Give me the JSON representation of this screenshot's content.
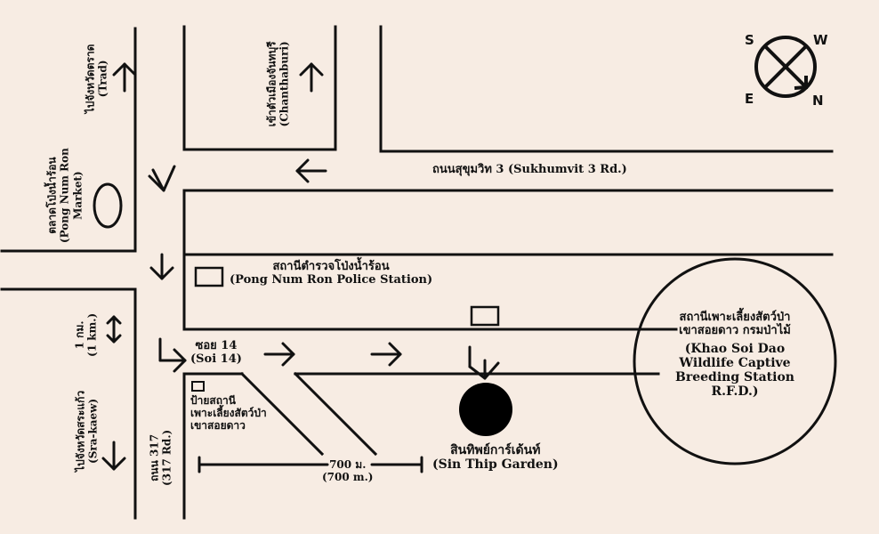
{
  "compass": {
    "s": "S",
    "w": "W",
    "e": "E",
    "n": "N"
  },
  "roads": {
    "sukhumvit_th": "ถนนสุขุมวิท 3",
    "sukhumvit_en": "(Sukhumvit 3 Rd.)",
    "soi_th": "ซอย 14",
    "soi_en": "(Soi 14)",
    "r317_th": "ถนน 317",
    "r317_en": "(317 Rd.)"
  },
  "directions": {
    "trad_th": "ไปจังหวัดตราด",
    "trad_en": "(Trad)",
    "chanthaburi_th": "เข้าตัวเมืองจันทบุรี",
    "chanthaburi_en": "(Chanthaburi)",
    "srakaew_th": "ไปจังหวัดสระแก้ว",
    "srakaew_en": "(Sra-kaew)"
  },
  "places": {
    "market_th": "ตลาดโป่งน้ำร้อน",
    "market_en": "(Pong Num Ron",
    "market_en2": "Market)",
    "police_th": "สถานีตำรวจโป่งน้ำร้อน",
    "police_en": "(Pong Num Ron Police Station)",
    "sign_line1": "ป้ายสถานี",
    "sign_line2": "เพาะเลี้ยงสัตว์ป่า",
    "sign_line3": "เขาสอยดาว",
    "garden_th": "สินทิพย์การ์เด้นท์",
    "garden_en": "(Sin Thip Garden)"
  },
  "station": {
    "th1": "สถานีเพาะเลี้ยงสัตว์ป่า",
    "th2": "เขาสอยดาว กรมป่าไม้",
    "en1": "(Khao Soi Dao",
    "en2": "Wildlife Captive",
    "en3": "Breeding Station",
    "en4": "R.F.D.)"
  },
  "distances": {
    "km_th": "1 กม.",
    "km_en": "(1 km.)",
    "m_th": "700 ม.",
    "m_en": "(700 m.)"
  }
}
